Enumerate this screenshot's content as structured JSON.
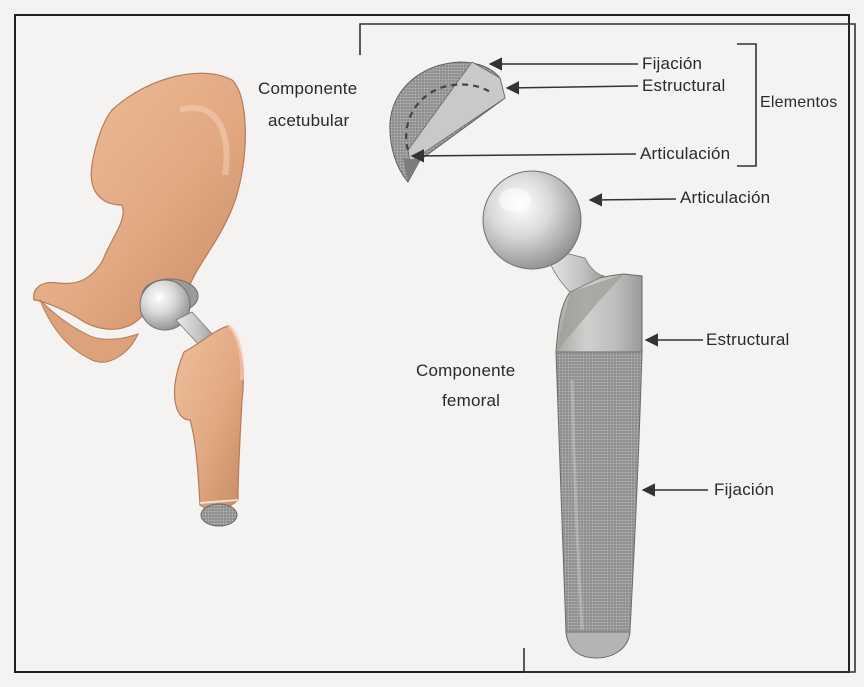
{
  "labels": {
    "acetabular_component": [
      "Componente",
      "acetubular"
    ],
    "femoral_component": [
      "Componente",
      "femoral"
    ],
    "acetabular_fixation": "Fijación",
    "acetabular_structural": "Estructural",
    "acetabular_articulation": "Articulación",
    "elements": "Elementos",
    "femoral_articulation": "Articulación",
    "femoral_structural": "Estructural",
    "femoral_fixation": "Fijación"
  },
  "colors": {
    "bone": "#e7b08a",
    "bone_shadow": "#c98a63",
    "metal_light": "#e6e6e4",
    "metal_mid": "#b3b3b1",
    "metal_dark": "#7f7f7d",
    "porous": "#8a8a88",
    "frame": "#333333",
    "text": "#2a2a2a"
  }
}
